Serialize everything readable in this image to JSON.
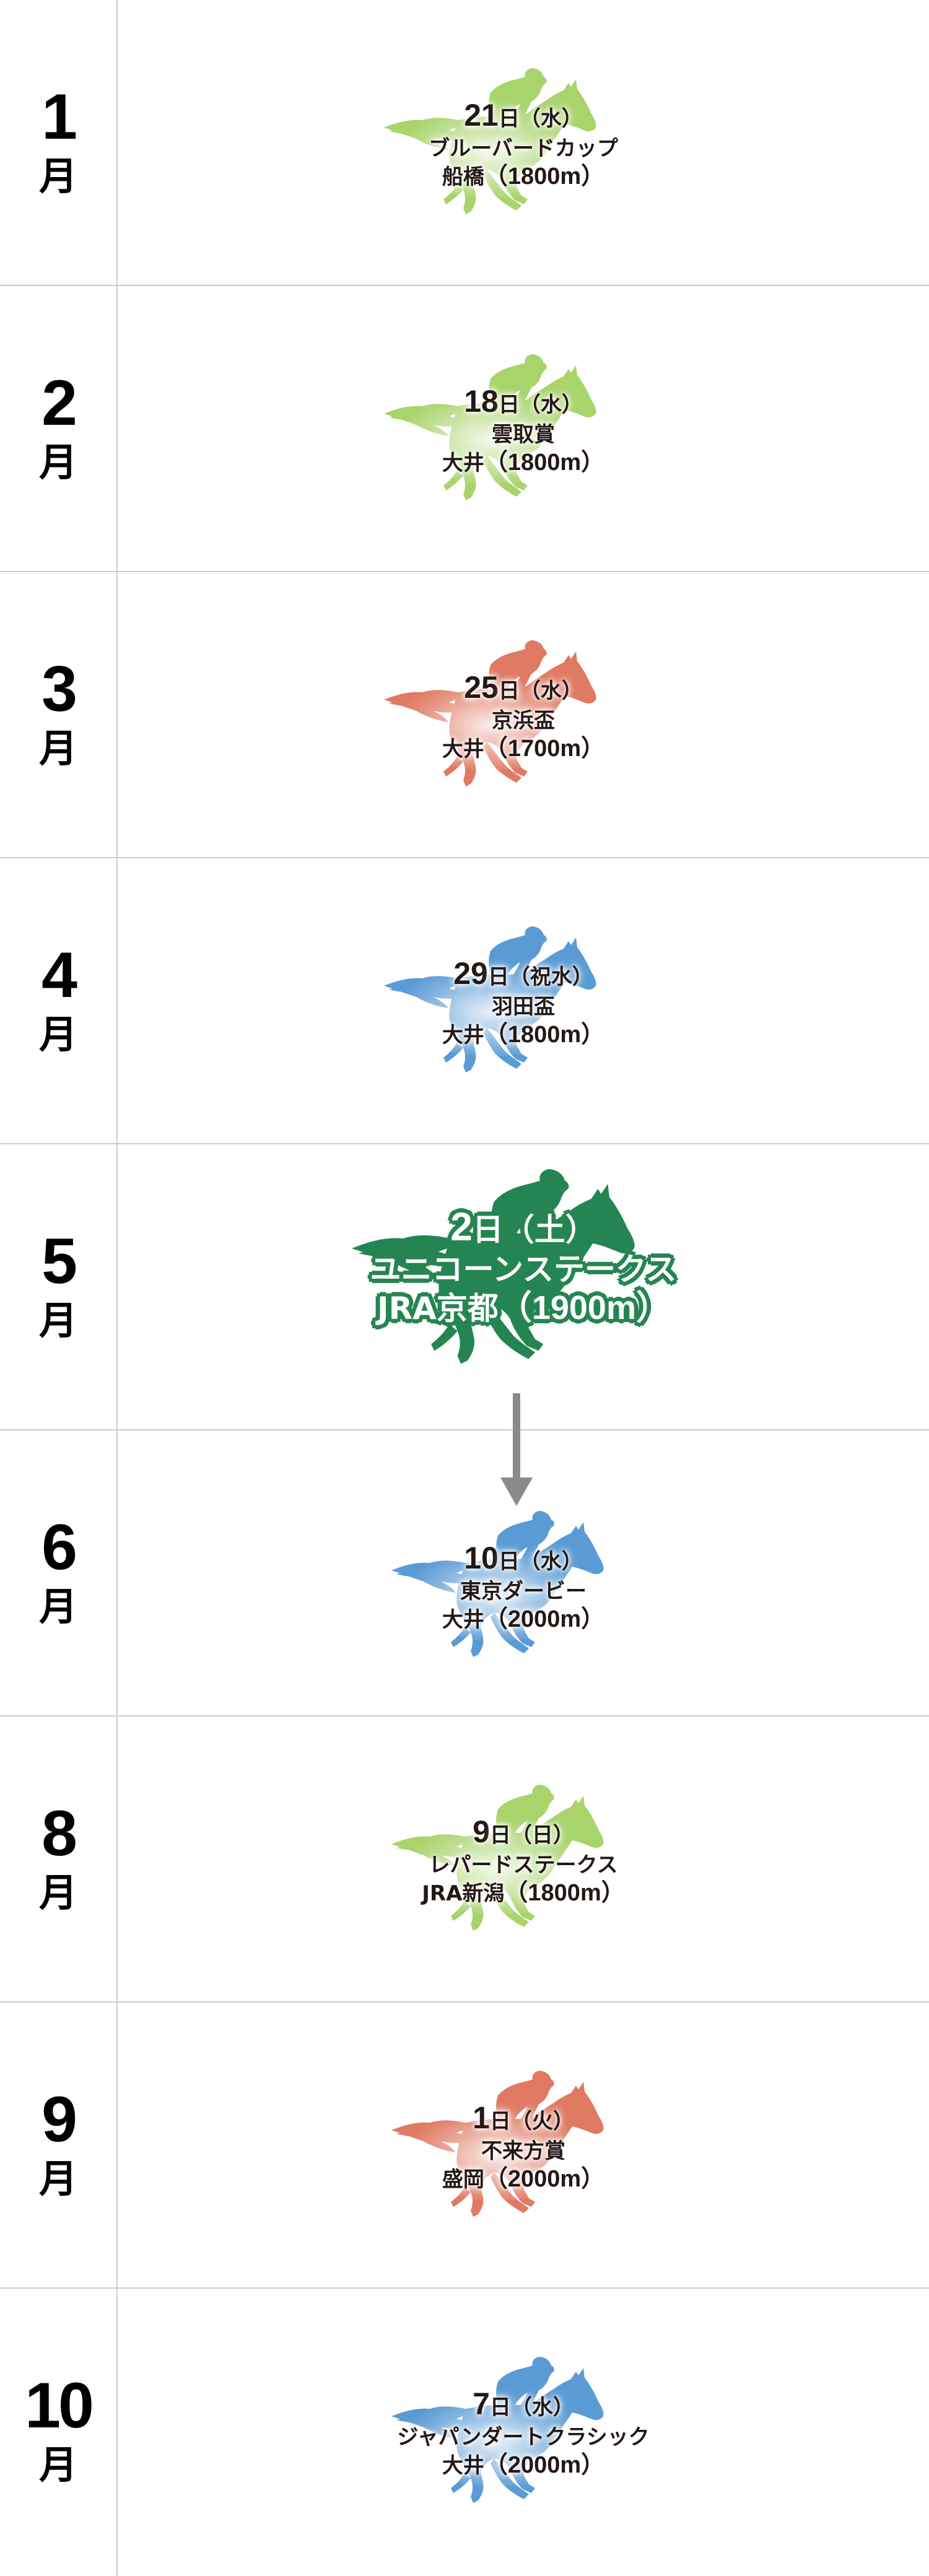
{
  "schedule": {
    "rows": [
      {
        "month_num": "1",
        "month_unit": "月",
        "event": {
          "day": "21",
          "day_unit": "日",
          "weekday": "（水）",
          "race_name": "ブルーバードカップ",
          "venue": "船橋",
          "distance": "（1800m）",
          "color": "#a9d46c",
          "featured": false
        }
      },
      {
        "month_num": "2",
        "month_unit": "月",
        "event": {
          "day": "18",
          "day_unit": "日",
          "weekday": "（水）",
          "race_name": "雲取賞",
          "venue": "大井",
          "distance": "（1800m）",
          "color": "#a9d46c",
          "featured": false
        }
      },
      {
        "month_num": "3",
        "month_unit": "月",
        "event": {
          "day": "25",
          "day_unit": "日",
          "weekday": "（水）",
          "race_name": "京浜盃",
          "venue": "大井",
          "distance": "（1700m）",
          "color": "#e07a63",
          "featured": false
        }
      },
      {
        "month_num": "4",
        "month_unit": "月",
        "event": {
          "day": "29",
          "day_unit": "日",
          "weekday": "（祝水）",
          "race_name": "羽田盃",
          "venue": "大井",
          "distance": "（1800m）",
          "color": "#5b9bd5",
          "featured": false
        }
      },
      {
        "month_num": "5",
        "month_unit": "月",
        "event": {
          "day": "2",
          "day_unit": "日",
          "weekday": "（土）",
          "race_name": "ユニコーンステークス",
          "venue": "JRA京都",
          "distance": "（1900m）",
          "color": "#258552",
          "featured": true
        }
      },
      {
        "month_num": "6",
        "month_unit": "月",
        "event": {
          "day": "10",
          "day_unit": "日",
          "weekday": "（水）",
          "race_name": "東京ダービー",
          "venue": "大井",
          "distance": "（2000m）",
          "color": "#5b9bd5",
          "featured": false
        }
      },
      {
        "month_num": "8",
        "month_unit": "月",
        "event": {
          "day": "9",
          "day_unit": "日",
          "weekday": "（日）",
          "race_name": "レパードステークス",
          "venue": "JRA新潟",
          "distance": "（1800m）",
          "color": "#a9d46c",
          "featured": false
        }
      },
      {
        "month_num": "9",
        "month_unit": "月",
        "event": {
          "day": "1",
          "day_unit": "日",
          "weekday": "（火）",
          "race_name": "不来方賞",
          "venue": "盛岡",
          "distance": "（2000m）",
          "color": "#e07a63",
          "featured": false
        }
      },
      {
        "month_num": "10",
        "month_unit": "月",
        "event": {
          "day": "7",
          "day_unit": "日",
          "weekday": "（水）",
          "race_name": "ジャパンダートクラシック",
          "venue": "大井",
          "distance": "（2000m）",
          "color": "#5b9bd5",
          "featured": false
        }
      }
    ],
    "arrow": {
      "from_month": "5",
      "to_month": "6",
      "color": "#8a8a8a",
      "icon": "arrow-down-icon"
    },
    "colors": {
      "divider": "#cccccc",
      "text": "#231815",
      "month_text": "#000000"
    }
  }
}
